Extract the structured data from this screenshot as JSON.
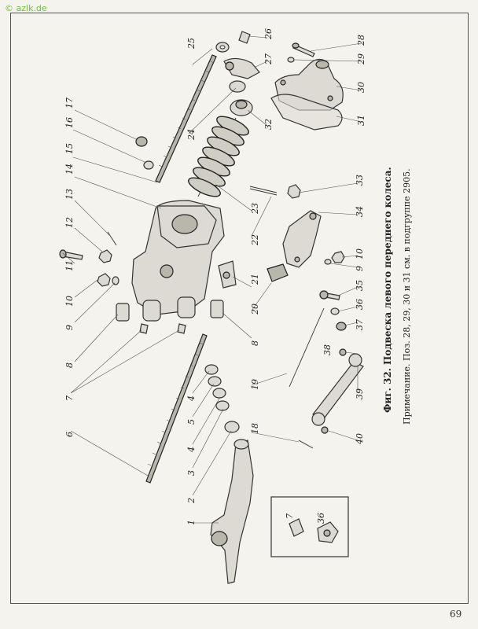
{
  "watermark": "© azlk.de",
  "page_number": "69",
  "caption": {
    "title": "Фиг. 32. Подвеска левого переднего колеса.",
    "note": "Примечание. Поз. 28, 29, 30 и 31 см. в подгруппе 2905."
  },
  "callouts": {
    "n1": "1",
    "n2": "2",
    "n3": "3",
    "n4a": "4",
    "n4b": "4",
    "n5": "5",
    "n6": "6",
    "n7a": "7",
    "n7b": "7",
    "n8a": "8",
    "n8b": "8",
    "n9a": "9",
    "n9b": "9",
    "n10a": "10",
    "n10b": "10",
    "n11": "11",
    "n12": "12",
    "n13": "13",
    "n14": "14",
    "n15": "15",
    "n16": "16",
    "n17": "17",
    "n18": "18",
    "n19": "19",
    "n20": "20",
    "n21": "21",
    "n22": "22",
    "n23": "23",
    "n24": "24",
    "n25": "25",
    "n26": "26",
    "n27": "27",
    "n28": "28",
    "n29": "29",
    "n30": "30",
    "n31": "31",
    "n32": "32",
    "n33": "33",
    "n34": "34",
    "n35": "35",
    "n36a": "36",
    "n36b": "36",
    "n37": "37",
    "n38": "38",
    "n39": "39",
    "n40": "40"
  }
}
